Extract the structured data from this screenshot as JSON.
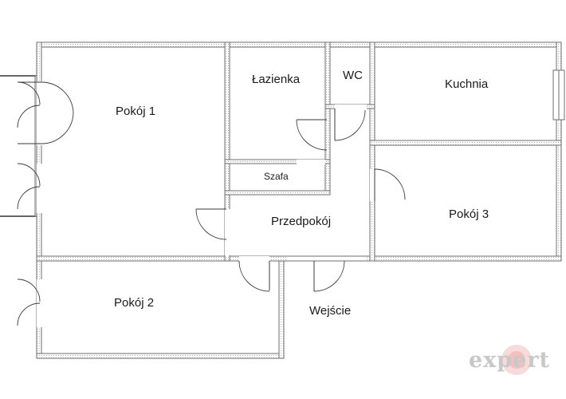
{
  "rooms": {
    "pokoj1": "Pokój 1",
    "lazienka": "Łazienka",
    "wc": "WC",
    "kuchnia": "Kuchnia",
    "szafa": "Szafa",
    "przedpokoj": "Przedpokój",
    "pokoj3": "Pokój 3",
    "pokoj2": "Pokój 2"
  },
  "entrance": "Wejście",
  "watermark": {
    "text": "expert",
    "accent_color": "#e83a3a"
  },
  "colors": {
    "wall_stroke": "#6e6e6e",
    "wall_hatch": "#9a9a9a",
    "text": "#1a1a1a"
  }
}
